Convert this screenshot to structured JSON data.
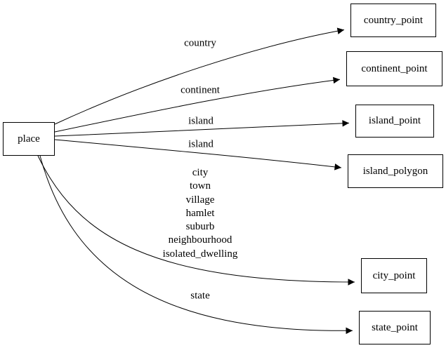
{
  "diagram": {
    "type": "directed-graph",
    "background_color": "#ffffff",
    "line_color": "#000000",
    "nodes": {
      "place": {
        "label": "place"
      },
      "country_point": {
        "label": "country_point"
      },
      "continent_point": {
        "label": "continent_point"
      },
      "island_point": {
        "label": "island_point"
      },
      "island_polygon": {
        "label": "island_polygon"
      },
      "city_point": {
        "label": "city_point"
      },
      "state_point": {
        "label": "state_point"
      }
    },
    "edges": {
      "country": {
        "from": "place",
        "to": "country_point",
        "label": "country"
      },
      "continent": {
        "from": "place",
        "to": "continent_point",
        "label": "continent"
      },
      "island_point": {
        "from": "place",
        "to": "island_point",
        "label": "island"
      },
      "island_polygon": {
        "from": "place",
        "to": "island_polygon",
        "label": "island"
      },
      "city": {
        "from": "place",
        "to": "city_point",
        "label_lines": [
          "city",
          "town",
          "village",
          "hamlet",
          "suburb",
          "neighbourhood",
          "isolated_dwelling"
        ]
      },
      "state": {
        "from": "place",
        "to": "state_point",
        "label": "state"
      }
    }
  }
}
